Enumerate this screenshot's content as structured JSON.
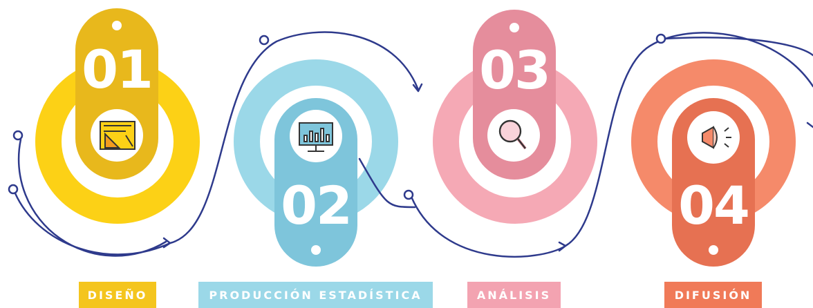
{
  "steps": [
    {
      "number": "01",
      "label": "DISEÑO",
      "icon": "blueprint-icon",
      "ring_color": "#FCD116",
      "pill_color": "#E8B81C",
      "label_bg": "#F4C51E"
    },
    {
      "number": "02",
      "label": "PRODUCCIÓN ESTADÍSTICA",
      "icon": "monitor-chart-icon",
      "ring_color": "#9BD8E8",
      "pill_color": "#7EC5DB",
      "label_bg": "#9BD8E8"
    },
    {
      "number": "03",
      "label": "ANÁLISIS",
      "icon": "magnifier-icon",
      "ring_color": "#F5A9B5",
      "pill_color": "#E58D9C",
      "label_bg": "#F3A3B1"
    },
    {
      "number": "04",
      "label": "DIFUSIÓN",
      "icon": "megaphone-icon",
      "ring_color": "#F58A6A",
      "pill_color": "#E67152",
      "label_bg": "#F07A58"
    }
  ],
  "arrow_color": "#2E3A8C"
}
